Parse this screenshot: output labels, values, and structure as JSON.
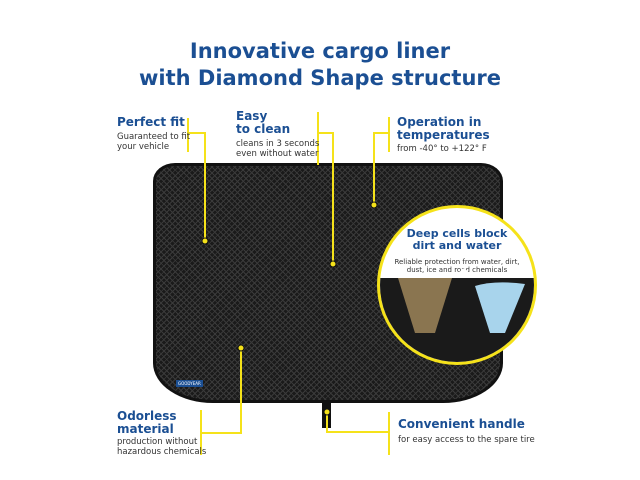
{
  "headline": {
    "line1": "Innovative cargo liner",
    "line2": "with Diamond Shape structure"
  },
  "callouts": {
    "perfect_fit": {
      "title": "Perfect fit",
      "desc1": "Guaranteed to fit",
      "desc2": "your vehicle"
    },
    "easy_clean": {
      "title1": "Easy",
      "title2": "to clean",
      "desc1": "cleans in 3 seconds",
      "desc2": "even without water"
    },
    "temperatures": {
      "title1": "Operation in",
      "title2": "temperatures",
      "desc": "from -40° to +122° F"
    },
    "odorless": {
      "title1": "Odorless",
      "title2": "material",
      "desc1": "production without",
      "desc2": "hazardous chemicals"
    },
    "handle": {
      "title": "Convenient handle",
      "desc": "for easy access to the spare tire"
    },
    "deep_cells": {
      "title1": "Deep cells block",
      "title2": "dirt and water",
      "desc1": "Reliable protection from water, dirt,",
      "desc2": "dust, ice and road chemicals"
    }
  },
  "logo_text": "GOODYEAR",
  "colors": {
    "accent": "#f5e21a",
    "title": "#1b4f93",
    "mat": "#1a1a1a"
  }
}
